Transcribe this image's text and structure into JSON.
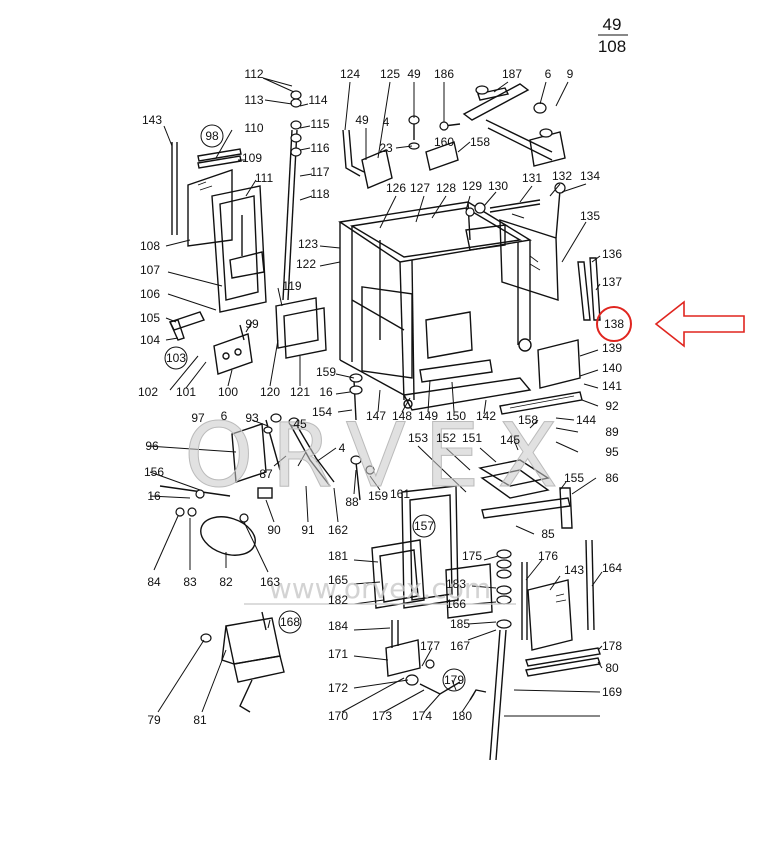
{
  "page_number": {
    "current": "49",
    "total": "108"
  },
  "watermark": {
    "brand": "ORVEX",
    "url": "www.orvex.com"
  },
  "colors": {
    "highlight": "#e0251f",
    "ink": "#111111"
  },
  "highlighted_part": "138",
  "circled_labels": [
    "98",
    "103",
    "162",
    "81",
    "172"
  ],
  "labels": [
    "112",
    "124",
    "125",
    "49",
    "186",
    "187",
    "6",
    "9",
    "113",
    "114",
    "143",
    "98",
    "110",
    "115",
    "49",
    "4",
    "160",
    "158",
    "116",
    "109",
    "111",
    "117",
    "23",
    "118",
    "126",
    "127",
    "128",
    "129",
    "130",
    "131",
    "132",
    "134",
    "108",
    "123",
    "135",
    "122",
    "136",
    "107",
    "119",
    "137",
    "106",
    "99",
    "105",
    "138",
    "104",
    "103",
    "139",
    "159",
    "140",
    "102",
    "101",
    "100",
    "120",
    "121",
    "16",
    "141",
    "154",
    "147",
    "148",
    "149",
    "150",
    "142",
    "92",
    "97",
    "6",
    "93",
    "45",
    "158",
    "144",
    "89",
    "96",
    "4",
    "153",
    "152",
    "151",
    "145",
    "95",
    "87",
    "156",
    "155",
    "86",
    "16",
    "159",
    "161",
    "88",
    "90",
    "91",
    "162",
    "157",
    "85",
    "84",
    "83",
    "82",
    "163",
    "181",
    "175",
    "176",
    "143",
    "164",
    "165",
    "182",
    "183",
    "166",
    "184",
    "185",
    "167",
    "171",
    "177",
    "178",
    "80",
    "79",
    "81",
    "168",
    "172",
    "179",
    "169",
    "170",
    "173",
    "174",
    "180"
  ]
}
